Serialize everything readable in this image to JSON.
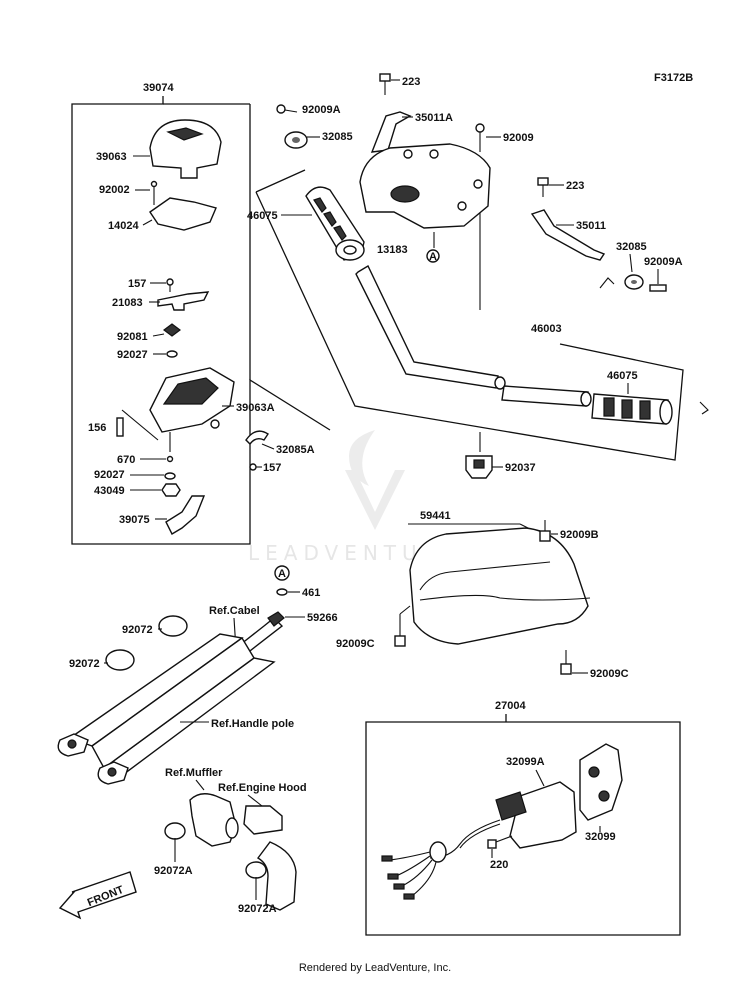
{
  "figure_code": "F3172B",
  "watermark": "LEADVENTURE",
  "footer": "Rendered by LeadVenture, Inc.",
  "callout_letter": "A",
  "groups": {
    "switch_assembly": "39074",
    "handlebar": "46003",
    "cover": "59441",
    "harness": "27004"
  },
  "labels": {
    "p39063": "39063",
    "p92002": "92002",
    "p14024": "14024",
    "p157a": "157",
    "p21083": "21083",
    "p92081": "92081",
    "p92027a": "92027",
    "p39063A": "39063A",
    "p156": "156",
    "p32085A": "32085A",
    "p157b": "157",
    "p670": "670",
    "p92027b": "92027",
    "p43049": "43049",
    "p39075": "39075",
    "p223a": "223",
    "p92009Aa": "92009A",
    "p35011A": "35011A",
    "p32085a": "32085",
    "p92009": "92009",
    "p223b": "223",
    "p46075a": "46075",
    "p13183": "13183",
    "p35011": "35011",
    "p32085b": "32085",
    "p92009Ab": "92009A",
    "p46075b": "46075",
    "p92037": "92037",
    "p92009B": "92009B",
    "p461": "461",
    "p59266": "59266",
    "p92072a": "92072",
    "p92072b": "92072",
    "p92009Ca": "92009C",
    "p92009Cb": "92009C",
    "p32099A": "32099A",
    "p32099": "32099",
    "p220": "220",
    "p92072Aa": "92072A",
    "p92072Ab": "92072A"
  },
  "references": {
    "cabel": "Ref.Cabel",
    "handle_pole": "Ref.Handle pole",
    "muffler": "Ref.Muffler",
    "engine_hood": "Ref.Engine Hood"
  },
  "front_arrow": "FRONT"
}
